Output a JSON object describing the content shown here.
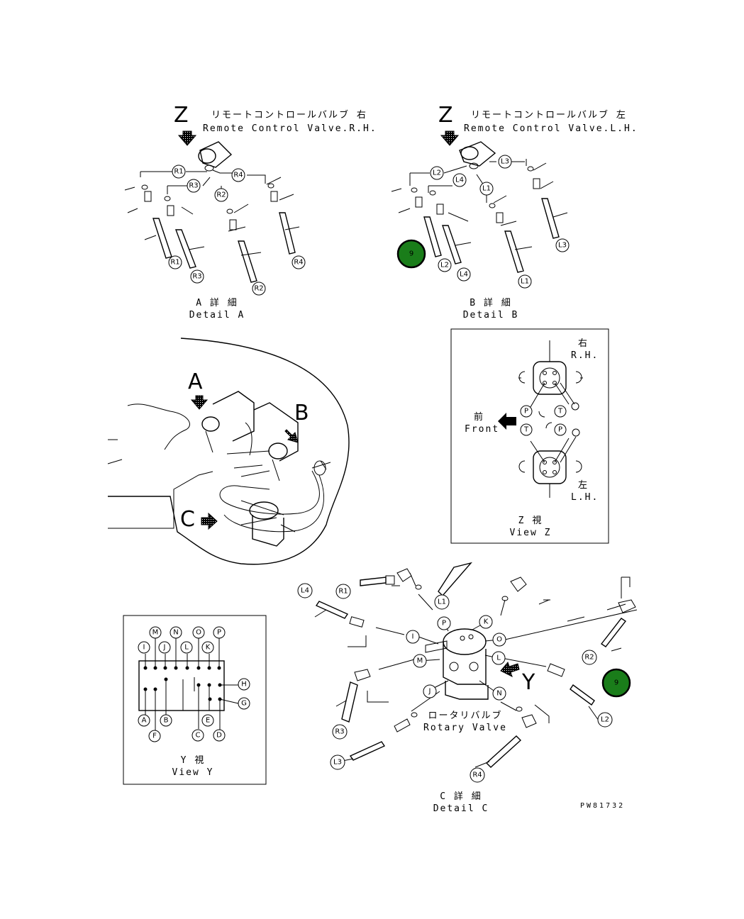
{
  "detail_a": {
    "view_letter": "Z",
    "title_jp": "リモートコントロールバルブ 右",
    "title_en": "Remote Control Valve.R.H.",
    "caption_jp": "A 詳 細",
    "caption_en": "Detail A",
    "callouts": [
      "R1",
      "R3",
      "R4",
      "R2",
      "R1",
      "R3",
      "R4",
      "R2"
    ]
  },
  "detail_b": {
    "view_letter": "Z",
    "title_jp": "リモートコントロールバルブ 左",
    "title_en": "Remote Control Valve.L.H.",
    "caption_jp": "B 詳 細",
    "caption_en": "Detail B",
    "callouts": [
      "L3",
      "L2",
      "L4",
      "L1",
      "L2",
      "L4",
      "L1",
      "L3"
    ],
    "marker": "9"
  },
  "overview": {
    "arrow_labels": [
      "A",
      "B",
      "C"
    ]
  },
  "view_z": {
    "rh_jp": "右",
    "rh_en": "R.H.",
    "lh_jp": "左",
    "lh_en": "L.H.",
    "front_jp": "前",
    "front_en": "Front",
    "ports": [
      "P",
      "T",
      "T",
      "P"
    ],
    "caption_jp": "Z 視",
    "caption_en": "View Z"
  },
  "view_y": {
    "top_labels": [
      "M",
      "N",
      "O",
      "P"
    ],
    "second_labels": [
      "I",
      "J",
      "L",
      "K"
    ],
    "right_labels": [
      "H",
      "G"
    ],
    "bottom_labels": [
      "A",
      "B",
      "C",
      "E",
      "D"
    ],
    "lower_labels": [
      "F"
    ],
    "caption_jp": "Y 視",
    "caption_en": "View Y"
  },
  "detail_c": {
    "valve_jp": "ロータリバルブ",
    "valve_en": "Rotary Valve",
    "view_letter": "Y",
    "ports": [
      "P",
      "K",
      "O",
      "I",
      "L",
      "M",
      "J",
      "N"
    ],
    "callouts": [
      "L4",
      "R1",
      "L1",
      "R2",
      "L2",
      "R3",
      "L3",
      "R4"
    ],
    "marker": "9",
    "caption_jp": "C 詳 細",
    "caption_en": "Detail C"
  },
  "drawing_number": "PW81732",
  "colors": {
    "marker_fill": "#1a7d1a",
    "line": "#000000"
  }
}
